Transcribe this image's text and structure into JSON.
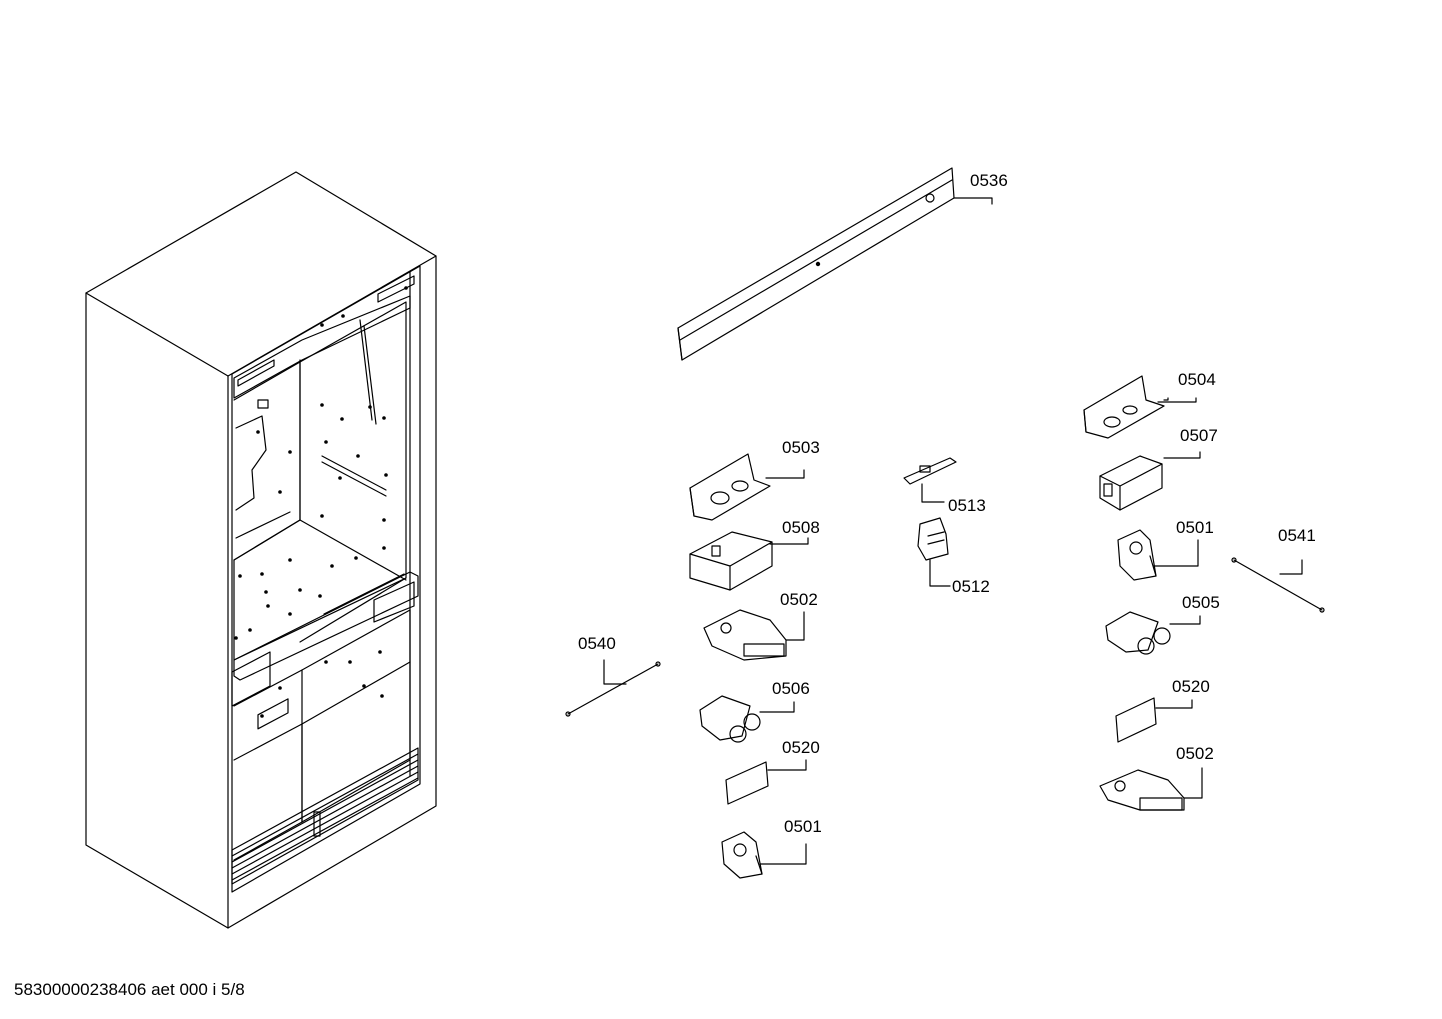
{
  "footer": {
    "text": "58300000238406 aet 000 i 5/8"
  },
  "callouts": {
    "c0536": "0536",
    "c0504": "0504",
    "c0503": "0503",
    "c0507": "0507",
    "c0513": "0513",
    "c0508": "0508",
    "c0501a": "0501",
    "c0541": "0541",
    "c0512": "0512",
    "c0502a": "0502",
    "c0505": "0505",
    "c0540": "0540",
    "c0506": "0506",
    "c0520a": "0520",
    "c0520b": "0520",
    "c0502b": "0502",
    "c0501b": "0501"
  }
}
